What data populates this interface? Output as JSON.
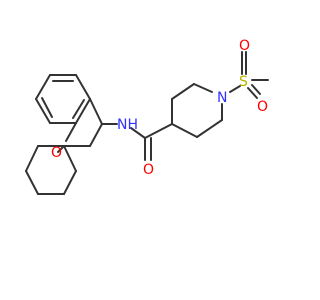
{
  "colors": {
    "background": "#ffffff",
    "carbon_bond": "#333333",
    "nitrogen": "#3333ff",
    "oxygen": "#ff0000",
    "sulfur": "#b2b200"
  },
  "labels": {
    "nh": "NH",
    "n_piperidine": "N",
    "o_chromane": "O",
    "o_carbonyl": "O",
    "s": "S",
    "o_sulfonyl_1": "O",
    "o_sulfonyl_2": "O"
  }
}
